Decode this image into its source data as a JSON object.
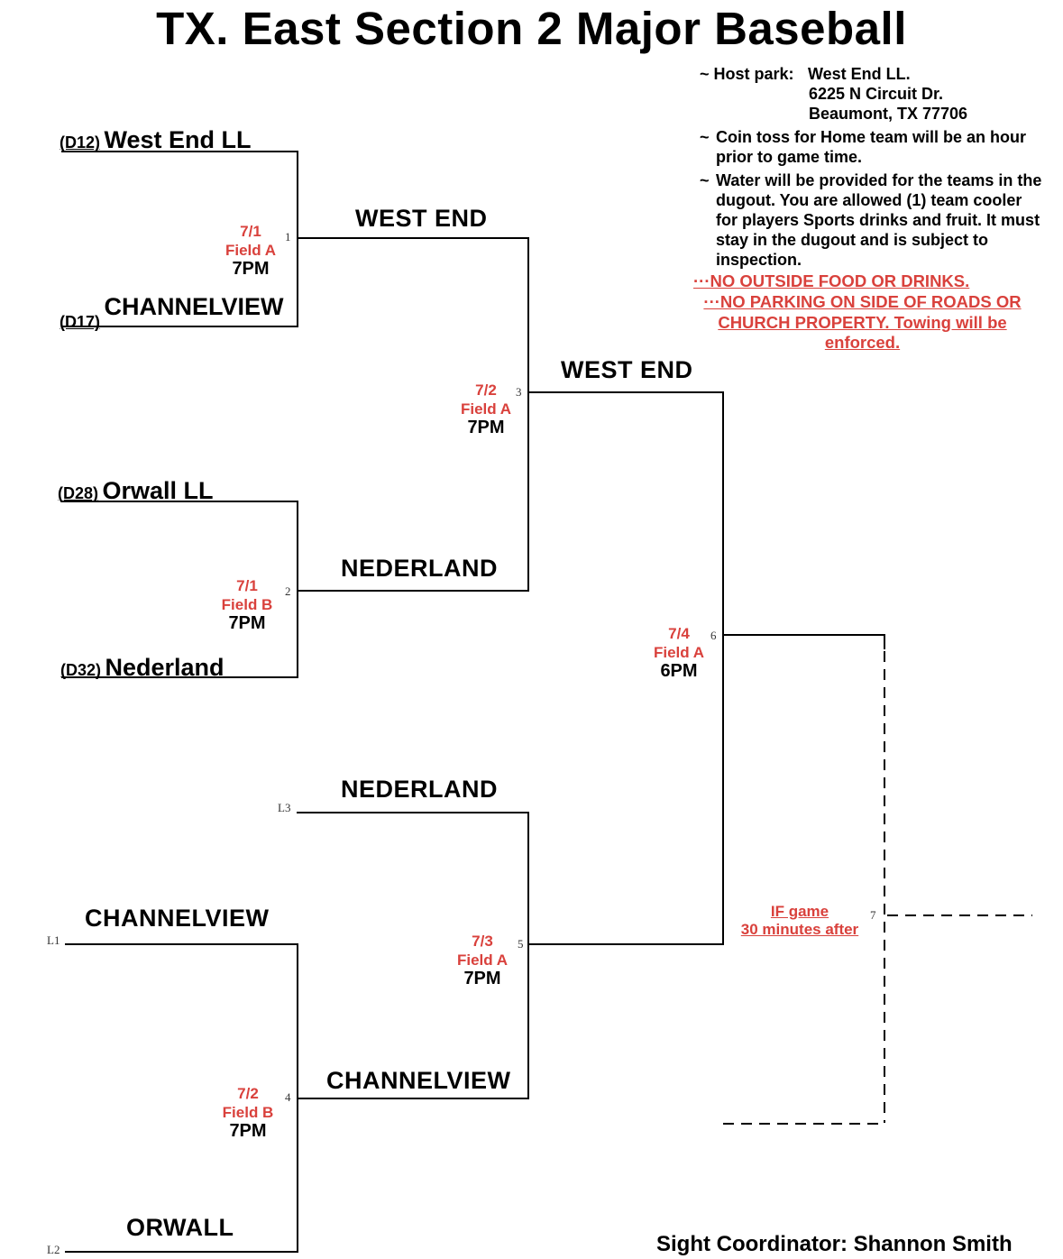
{
  "title": "TX. East Section 2 Major Baseball",
  "info": {
    "host_label": "~ Host park:",
    "host_line1": "West End LL.",
    "host_line2": "6225 N Circuit Dr.",
    "host_line3": "Beaumont, TX  77706",
    "coin_toss": "Coin toss for Home team will be an hour prior to game time.",
    "water": "Water will be provided for the teams in the dugout. You are allowed (1) team cooler for players Sports drinks and fruit. It must stay in the dugout and is subject to inspection.",
    "no_food": "···NO OUTSIDE FOOD OR DRINKS.",
    "no_parking": "···NO PARKING ON SIDE OF ROADS OR CHURCH PROPERTY. Towing will be enforced."
  },
  "teams": {
    "t1_seed": "(D12)",
    "t1_name": "West End LL",
    "t2_seed": "(D17)",
    "t2_name": "CHANNELVIEW",
    "t3_seed": "(D28)",
    "t3_name": "Orwall LL",
    "t4_seed": "(D32)",
    "t4_name": "Nederland"
  },
  "winners": {
    "g1": "WEST END",
    "g2": "NEDERLAND",
    "g3": "WEST END",
    "l3": "NEDERLAND",
    "l1": "CHANNELVIEW",
    "g4": "CHANNELVIEW",
    "l2": "ORWALL"
  },
  "games": {
    "g1": {
      "num": "1",
      "date": "7/1",
      "field": "Field A",
      "time": "7PM"
    },
    "g2": {
      "num": "2",
      "date": "7/1",
      "field": "Field B",
      "time": "7PM"
    },
    "g3": {
      "num": "3",
      "date": "7/2",
      "field": "Field A",
      "time": "7PM"
    },
    "g4": {
      "num": "4",
      "date": "7/2",
      "field": "Field B",
      "time": "7PM"
    },
    "g5": {
      "num": "5",
      "date": "7/3",
      "field": "Field A",
      "time": "7PM"
    },
    "g6": {
      "num": "6",
      "date": "7/4",
      "field": "Field A",
      "time": "6PM"
    },
    "g7": {
      "num": "7",
      "if_line1": "IF game",
      "if_line2": "30 minutes after"
    }
  },
  "loser_slots": {
    "l1": "L1",
    "l2": "L2",
    "l3": "L3"
  },
  "footer": "Sight Coordinator: Shannon Smith",
  "colors": {
    "accent_red": "#d9413c",
    "line": "#000000"
  }
}
